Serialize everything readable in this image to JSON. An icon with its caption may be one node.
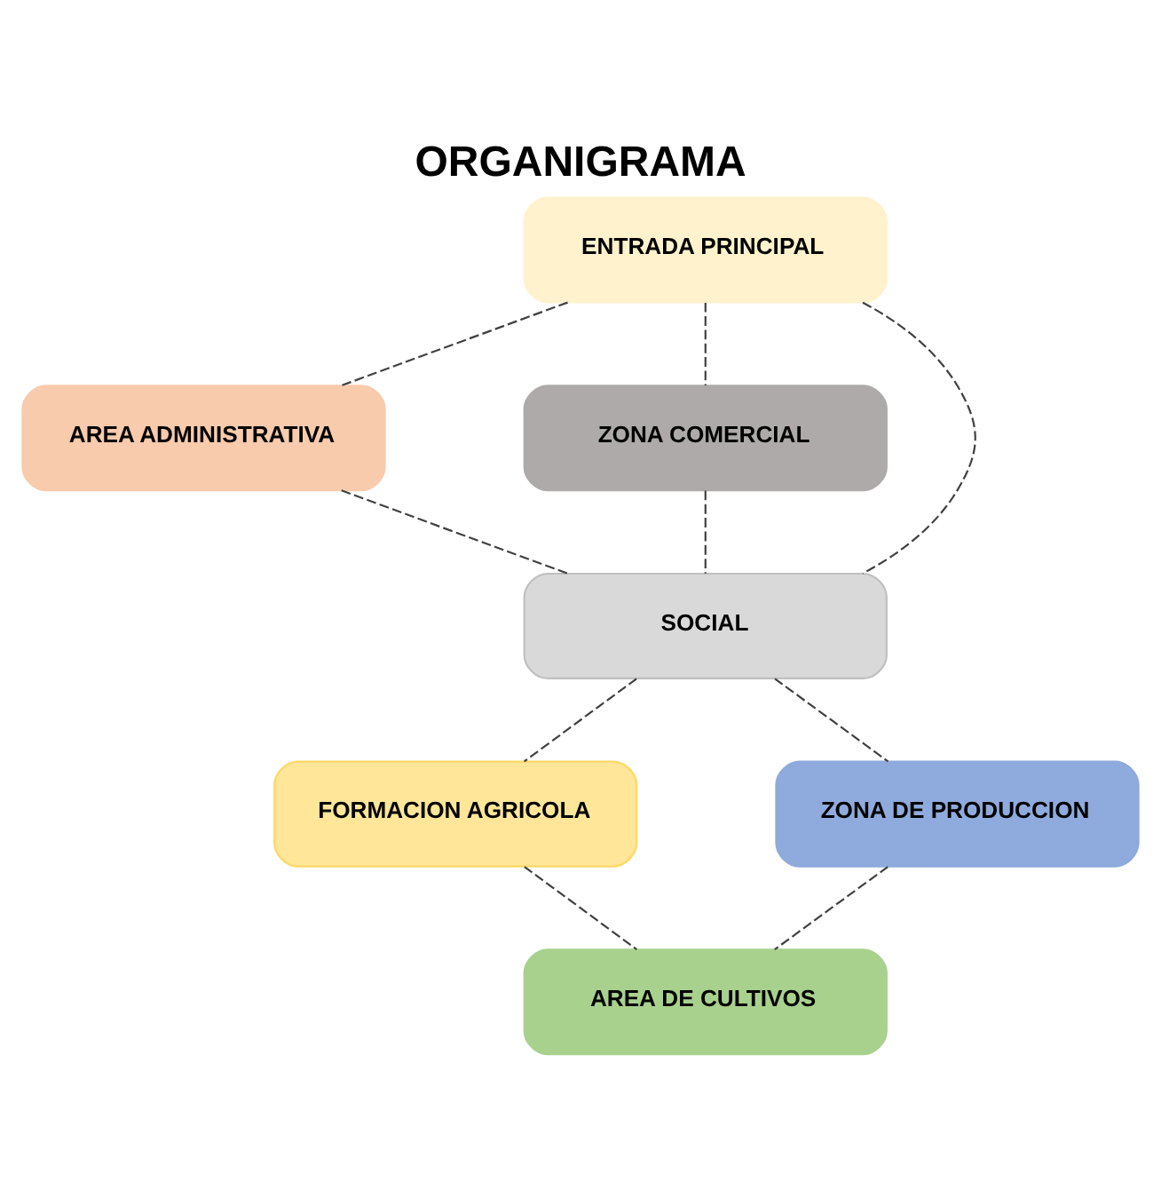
{
  "diagram": {
    "title": "ORGANIGRAMA",
    "nodes": [
      {
        "text": [
          "ENTRADA PRINCIPAL"
        ]
      },
      {
        "text": [
          "AREA ADMINISTRATIVA"
        ]
      },
      {
        "text": [
          "ZONA COMERCIAL"
        ]
      },
      {
        "text": [
          "SOCIAL"
        ]
      },
      {
        "text": [
          "FORMACION AGRICOLA"
        ]
      },
      {
        "text": [
          "ZONA DE PRODUCCION"
        ]
      },
      {
        "text": [
          "AREA DE CULTIVOS"
        ]
      }
    ],
    "edges": [
      {
        "from": 0,
        "to": 1,
        "arrow": "none",
        "style": "dashed"
      },
      {
        "from": 0,
        "to": 2,
        "arrow": "none",
        "style": "dashed"
      },
      {
        "from": 0,
        "to": 3,
        "arrow": "none",
        "style": "dashed"
      },
      {
        "from": 1,
        "to": 3,
        "arrow": "none",
        "style": "dashed"
      },
      {
        "from": 2,
        "to": 3,
        "arrow": "none",
        "style": "dashed"
      },
      {
        "from": 3,
        "to": 4,
        "arrow": "none",
        "style": "dashed"
      },
      {
        "from": 3,
        "to": 5,
        "arrow": "none",
        "style": "dashed"
      },
      {
        "from": 4,
        "to": 6,
        "arrow": "none",
        "style": "dashed"
      },
      {
        "from": 5,
        "to": 6,
        "arrow": "none",
        "style": "dashed"
      }
    ]
  }
}
